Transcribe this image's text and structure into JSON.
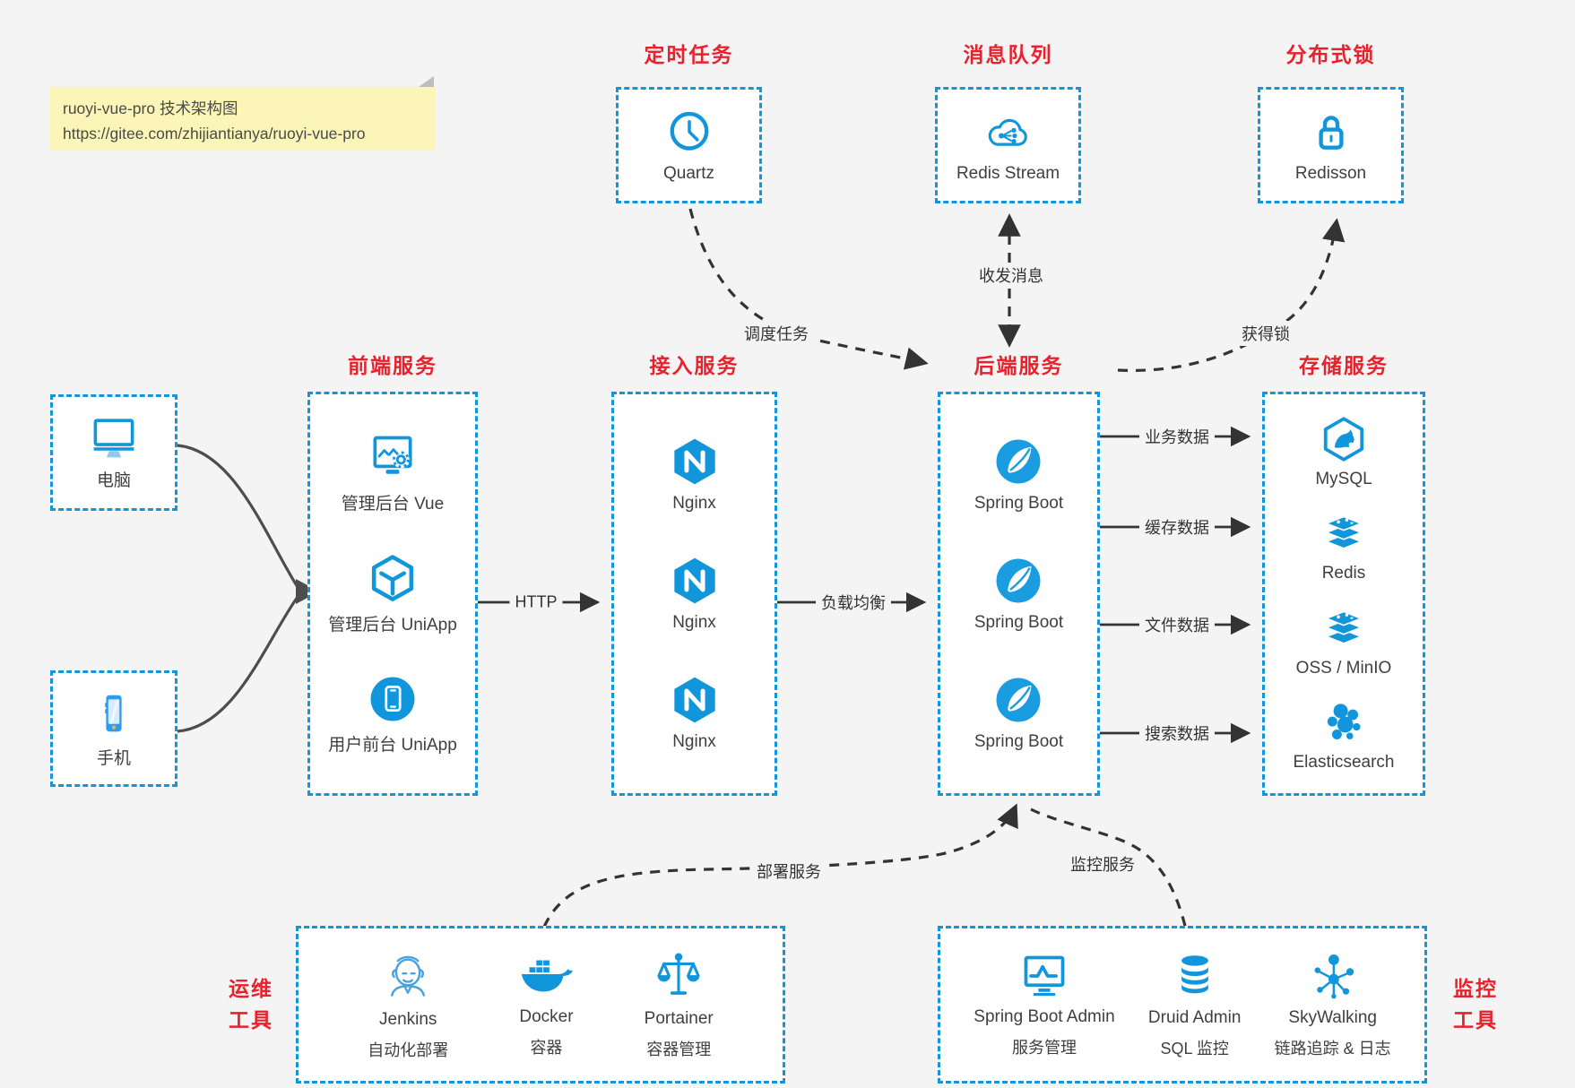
{
  "note": {
    "line1": "ruoyi-vue-pro 技术架构图",
    "line2": "https://gitee.com/zhijiantianya/ruoyi-vue-pro"
  },
  "colors": {
    "accent_blue": "#1296db",
    "label_red": "#e8222d",
    "canvas_bg": "#f4f4f5",
    "note_bg": "#fbf6b7",
    "line_dark": "#333333"
  },
  "top_groups": [
    {
      "label": "定时任务",
      "item": {
        "icon": "clock-icon",
        "name": "Quartz"
      }
    },
    {
      "label": "消息队列",
      "item": {
        "icon": "cloud-stream-icon",
        "name": "Redis Stream"
      }
    },
    {
      "label": "分布式锁",
      "item": {
        "icon": "lock-icon",
        "name": "Redisson"
      }
    }
  ],
  "clients": [
    {
      "icon": "desktop-icon",
      "label": "电脑"
    },
    {
      "icon": "smartphone-icon",
      "label": "手机"
    }
  ],
  "columns": [
    {
      "label": "前端服务",
      "items": [
        {
          "icon": "admin-vue-icon",
          "name": "管理后台 Vue"
        },
        {
          "icon": "uniapp-cube-icon",
          "name": "管理后台 UniApp"
        },
        {
          "icon": "user-app-icon",
          "name": "用户前台 UniApp"
        }
      ]
    },
    {
      "label": "接入服务",
      "items": [
        {
          "icon": "nginx-icon",
          "name": "Nginx"
        },
        {
          "icon": "nginx-icon",
          "name": "Nginx"
        },
        {
          "icon": "nginx-icon",
          "name": "Nginx"
        }
      ]
    },
    {
      "label": "后端服务",
      "items": [
        {
          "icon": "spring-boot-icon",
          "name": "Spring Boot"
        },
        {
          "icon": "spring-boot-icon",
          "name": "Spring Boot"
        },
        {
          "icon": "spring-boot-icon",
          "name": "Spring Boot"
        }
      ]
    },
    {
      "label": "存储服务",
      "items": [
        {
          "icon": "mysql-icon",
          "name": "MySQL"
        },
        {
          "icon": "redis-icon",
          "name": "Redis"
        },
        {
          "icon": "object-storage-icon",
          "name": "OSS / MinIO"
        },
        {
          "icon": "elasticsearch-icon",
          "name": "Elasticsearch"
        }
      ]
    }
  ],
  "bottom_groups": [
    {
      "label_lines": [
        "运维",
        "工具"
      ],
      "items": [
        {
          "icon": "jenkins-icon",
          "name": "Jenkins",
          "sub": "自动化部署"
        },
        {
          "icon": "docker-icon",
          "name": "Docker",
          "sub": "容器"
        },
        {
          "icon": "portainer-icon",
          "name": "Portainer",
          "sub": "容器管理"
        }
      ]
    },
    {
      "label_lines": [
        "监控",
        "工具"
      ],
      "items": [
        {
          "icon": "spring-boot-admin-icon",
          "name": "Spring Boot Admin",
          "sub": "服务管理"
        },
        {
          "icon": "druid-icon",
          "name": "Druid Admin",
          "sub": "SQL 监控"
        },
        {
          "icon": "skywalking-icon",
          "name": "SkyWalking",
          "sub": "链路追踪 & 日志"
        }
      ]
    }
  ],
  "edges": {
    "http": "HTTP",
    "load_balance": "负载均衡",
    "business_data": "业务数据",
    "cache_data": "缓存数据",
    "file_data": "文件数据",
    "search_data": "搜索数据",
    "schedule": "调度任务",
    "messages": "收发消息",
    "acquire_lock": "获得锁",
    "deploy": "部署服务",
    "monitor": "监控服务"
  }
}
